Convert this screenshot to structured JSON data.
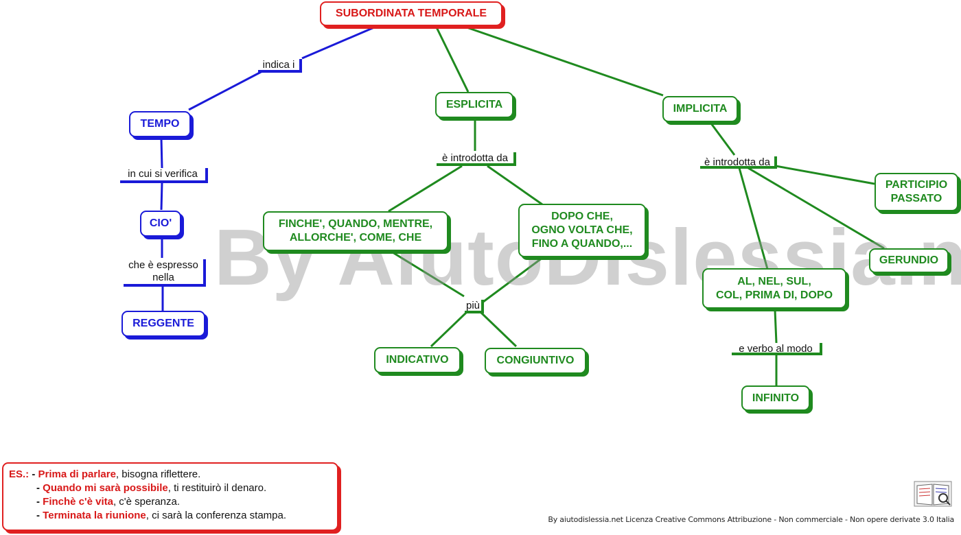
{
  "watermark": "By AiutoDislessia.net",
  "nodes": {
    "root": "SUBORDINATA TEMPORALE",
    "tempo": "TEMPO",
    "cio": "CIO'",
    "reggente": "REGGENTE",
    "esplicita": "ESPLICITA",
    "implicita": "IMPLICITA",
    "finche": "FINCHE', QUANDO, MENTRE,\nALLORCHE', COME, CHE",
    "dopo": "DOPO CHE,\nOGNO VOLTA CHE,\nFINO A QUANDO,...",
    "indicativo": "INDICATIVO",
    "congiuntivo": "CONGIUNTIVO",
    "participio": "PARTICIPIO\nPASSATO",
    "gerundio": "GERUNDIO",
    "al_nel": "AL, NEL, SUL,\nCOL, PRIMA DI, DOPO",
    "infinito": "INFINITO"
  },
  "labels": {
    "indica": "indica i",
    "in_cui": "in cui si verifica",
    "che_espresso": "che è espresso\nnella",
    "introdotta_espl": "è introdotta da",
    "piu": "più",
    "introdotta_impl": "è introdotta da",
    "e_verbo": "e verbo al modo"
  },
  "examples": {
    "lead": "ES.:",
    "rows": [
      {
        "highlight": "Prima di parlare",
        "rest": ", bisogna riflettere."
      },
      {
        "highlight": "Quando mi sarà possibile",
        "rest": ", ti restituirò il denaro."
      },
      {
        "highlight": "Finchè c'è vita",
        "rest": ", c'è speranza."
      },
      {
        "highlight": "Terminata la riunione",
        "rest": ", ci sarà la conferenza stampa."
      }
    ]
  },
  "license": "By aiutodislessia.net Licenza Creative Commons Attribuzione - Non commerciale - Non opere derivate 3.0 Italia",
  "colors": {
    "red": "#e02020",
    "blue": "#1a1ad8",
    "green": "#1f8a1f"
  },
  "logo_icon": "book-logo-icon"
}
